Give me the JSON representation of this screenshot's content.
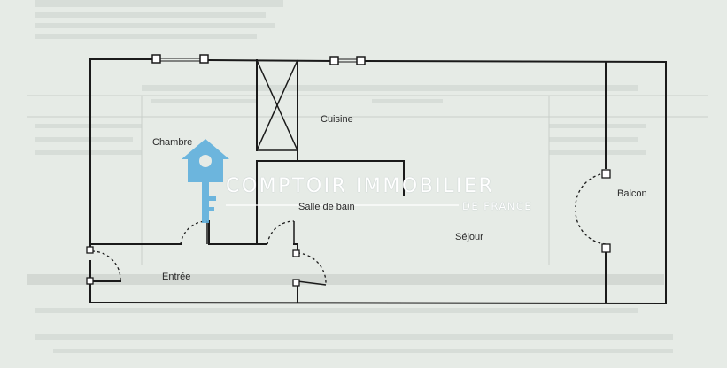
{
  "floor_plan": {
    "rooms": {
      "chambre": "Chambre",
      "cuisine": "Cuisine",
      "salle_de_bain": "Salle de bain",
      "sejour": "Séjour",
      "balcon": "Balcon",
      "entree": "Entrée"
    }
  },
  "watermark": {
    "brand": "COMPTOIR IMMOBILIER",
    "subtitle": "DE FRANCE",
    "logo_icon": "house-key-icon",
    "color": "#ffffff",
    "logo_color": "#5fb0dd"
  },
  "colors": {
    "paper": "#e6ebe6",
    "walls": "#1a1a1a"
  }
}
